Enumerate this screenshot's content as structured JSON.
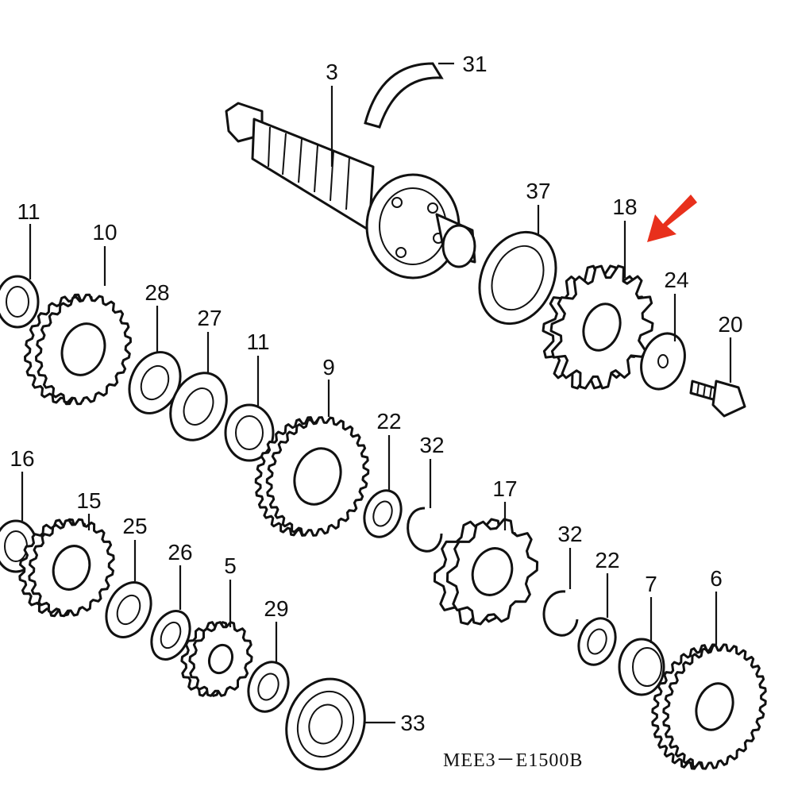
{
  "diagram": {
    "callouts": {
      "p3": "3",
      "p31": "31",
      "p37": "37",
      "p18": "18",
      "p24": "24",
      "p20": "20",
      "p11a": "11",
      "p10": "10",
      "p28": "28",
      "p27": "27",
      "p11b": "11",
      "p9": "9",
      "p22a": "22",
      "p32a": "32",
      "p17": "17",
      "p16": "16",
      "p15": "15",
      "p25": "25",
      "p26": "26",
      "p5": "5",
      "p29": "29",
      "p33": "33",
      "p32b": "32",
      "p22b": "22",
      "p7": "7",
      "p6": "6"
    },
    "caption": "MEE3－E1500B",
    "arrow_color": "#e8301c",
    "line_color": "#111111"
  }
}
